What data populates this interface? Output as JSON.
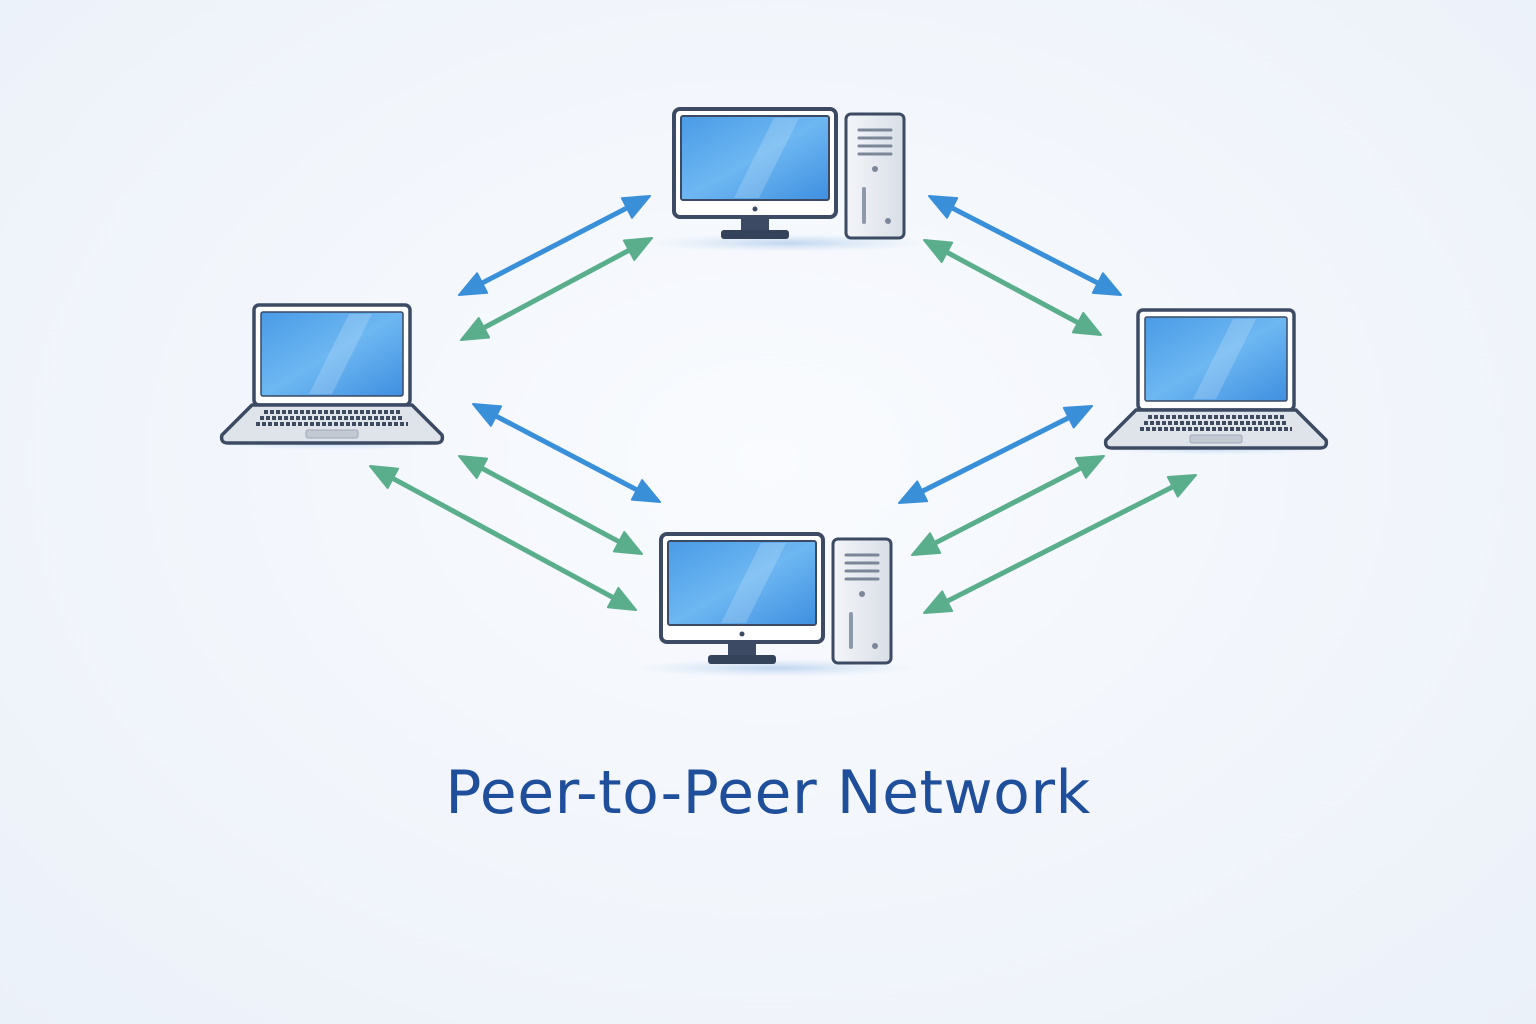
{
  "title": "Peer-to-Peer Network",
  "colors": {
    "background": "#f3f7fc",
    "title": "#1f4e9a",
    "link_blue": "#3a8fd9",
    "link_green": "#5aae8c",
    "screen": "#5aa9ec",
    "outline": "#3c4a63",
    "case": "#e9edf3"
  },
  "nodes": [
    {
      "id": "desktop-top",
      "kind": "desktop"
    },
    {
      "id": "laptop-left",
      "kind": "laptop"
    },
    {
      "id": "laptop-right",
      "kind": "laptop"
    },
    {
      "id": "desktop-bottom",
      "kind": "desktop"
    }
  ],
  "links": [
    {
      "from": "desktop-top",
      "to": "laptop-left",
      "color": "blue"
    },
    {
      "from": "desktop-top",
      "to": "laptop-left",
      "color": "green"
    },
    {
      "from": "desktop-top",
      "to": "laptop-right",
      "color": "blue"
    },
    {
      "from": "desktop-top",
      "to": "laptop-right",
      "color": "green"
    },
    {
      "from": "laptop-left",
      "to": "desktop-bottom",
      "color": "blue"
    },
    {
      "from": "laptop-left",
      "to": "desktop-bottom",
      "color": "green"
    },
    {
      "from": "laptop-left",
      "to": "desktop-bottom",
      "color": "green"
    },
    {
      "from": "laptop-right",
      "to": "desktop-bottom",
      "color": "blue"
    },
    {
      "from": "laptop-right",
      "to": "desktop-bottom",
      "color": "green"
    },
    {
      "from": "laptop-right",
      "to": "desktop-bottom",
      "color": "green"
    }
  ]
}
